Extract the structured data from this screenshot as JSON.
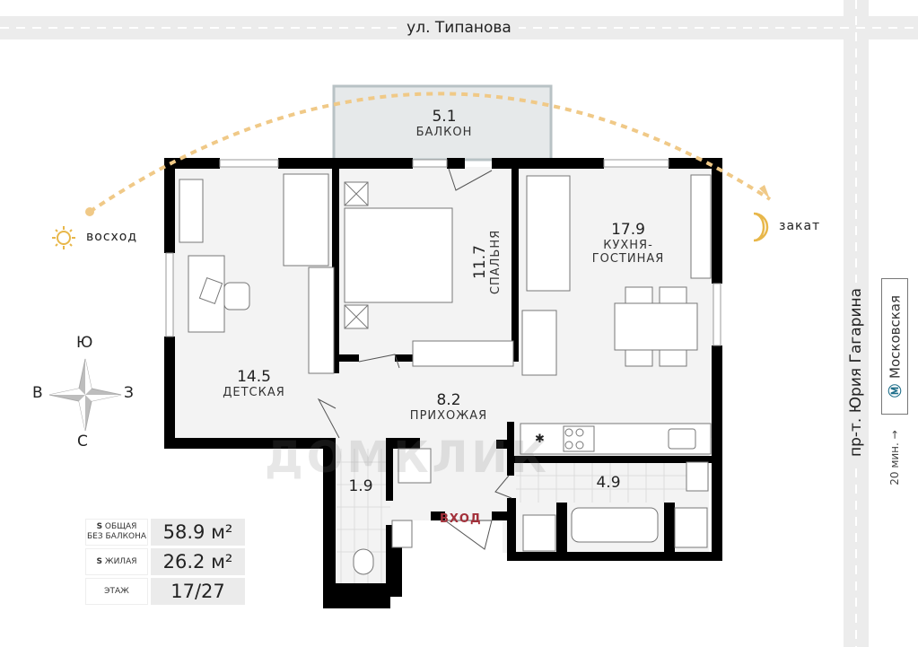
{
  "streets": {
    "top": "ул. Типанова",
    "right": "пр-т. Юрия Гагарина"
  },
  "metro": {
    "icon": "metro-icon",
    "station": "Московская",
    "walk_time": "20 мин.",
    "arrow": "→"
  },
  "sun": {
    "sunrise_label": "восход",
    "sunset_label": "закат",
    "sunrise_icon": "sun-icon",
    "sunset_icon": "moon-icon",
    "arc_color": "#f0c987"
  },
  "compass": {
    "north": "С",
    "south": "Ю",
    "east": "В",
    "west": "З"
  },
  "rooms": [
    {
      "id": "balcony",
      "area": "5.1",
      "name": "БАЛКОН"
    },
    {
      "id": "children",
      "area": "14.5",
      "name": "ДЕТСКАЯ"
    },
    {
      "id": "bedroom",
      "area": "11.7",
      "name": "СПАЛЬНЯ"
    },
    {
      "id": "kitchen_living",
      "area": "17.9",
      "name": "КУХНЯ-",
      "name2": "ГОСТИНАЯ"
    },
    {
      "id": "hallway",
      "area": "8.2",
      "name": "ПРИХОЖАЯ"
    },
    {
      "id": "wc",
      "area": "1.9",
      "name": ""
    },
    {
      "id": "bathroom",
      "area": "4.9",
      "name": ""
    }
  ],
  "entrance": "ВХОД",
  "info_table": {
    "rows": [
      {
        "key_bold": "S",
        "key": "ОБЩАЯ",
        "key2": "БЕЗ БАЛКОНА",
        "value": "58.9 м²"
      },
      {
        "key_bold": "S",
        "key": "ЖИЛАЯ",
        "key2": "",
        "value": "26.2 м²"
      },
      {
        "key_bold": "",
        "key": "ЭТАЖ",
        "key2": "",
        "value": "17/27"
      }
    ]
  },
  "watermark": "ДОМКЛИК",
  "colors": {
    "wall": "#000000",
    "floor": "#f3f3f3",
    "balcony": "#e6e9ea",
    "road": "#ececec",
    "accent_entry": "#a3303a"
  }
}
